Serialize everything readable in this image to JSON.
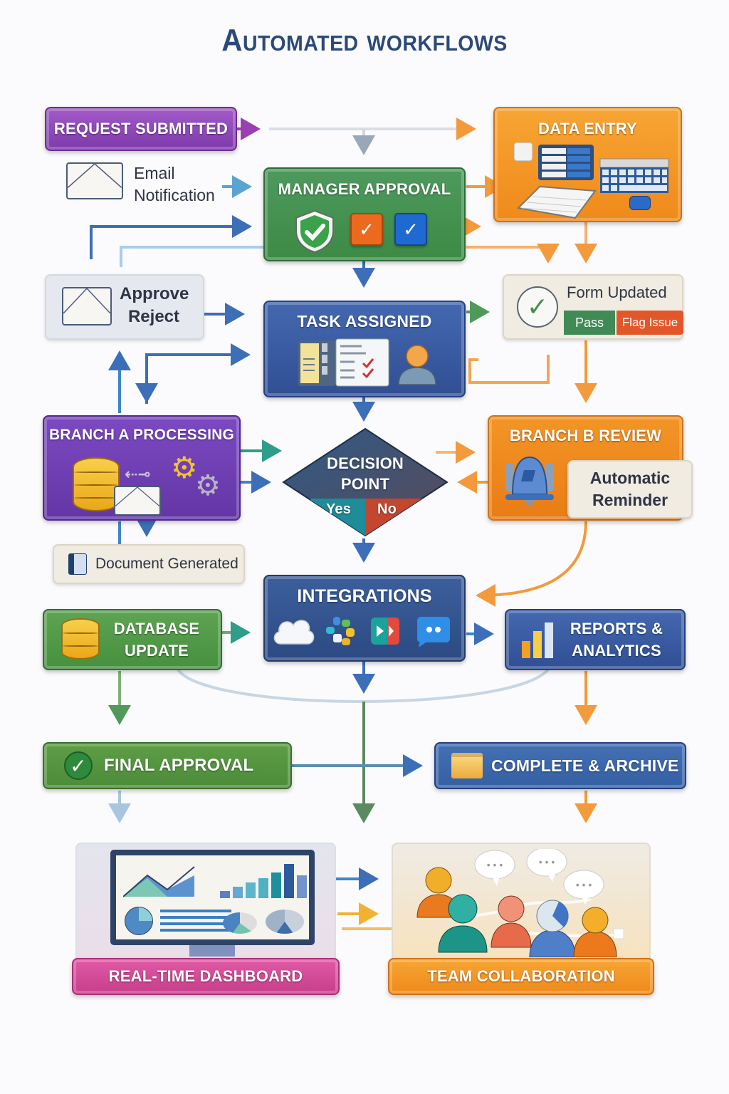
{
  "title": "Automated workflows",
  "nodes": {
    "request_submitted": {
      "label": "REQUEST SUBMITTED",
      "color": "#8d48b8"
    },
    "email_notification": {
      "line1": "Email",
      "line2": "Notification"
    },
    "manager_approval": {
      "label": "MANAGER APPROVAL",
      "color": "#45925a",
      "icons": [
        "shield-check-icon",
        "orange-checkbox-icon",
        "blue-checkbox-icon"
      ]
    },
    "data_entry": {
      "label": "DATA ENTRY",
      "color": "#f39a28"
    },
    "approve_reject": {
      "line1": "Approve",
      "line2": "Reject"
    },
    "task_assigned": {
      "label": "TASK ASSIGNED",
      "color": "#3a5ca3"
    },
    "form_updated": {
      "label": "Form Updated",
      "pass_label": "Pass",
      "flag_label": "Flag Issue",
      "pass_color": "#3f8a55",
      "flag_color": "#e2572a"
    },
    "branch_a": {
      "label": "BRANCH A PROCESSING",
      "color": "#7240b4"
    },
    "decision_point": {
      "line1": "DECISION",
      "line2": "POINT",
      "yes_label": "Yes",
      "no_label": "No",
      "yes_color": "#1f8c99",
      "no_color": "#c4462f"
    },
    "branch_b": {
      "label": "BRANCH B REVIEW",
      "color": "#ef8a1b"
    },
    "automatic_reminder": {
      "line1": "Automatic",
      "line2": "Reminder"
    },
    "document_generated": {
      "label": "Document Generated"
    },
    "integrations": {
      "label": "INTEGRATIONS",
      "color": "#34558f"
    },
    "database_update": {
      "line1": "DATABASE",
      "line2": "UPDATE",
      "color": "#56994a"
    },
    "reports_analytics": {
      "line1": "REPORTS &",
      "line2": "ANALYTICS",
      "color": "#3a5ca3"
    },
    "final_approval": {
      "label": "FINAL APPROVAL",
      "color": "#559a43"
    },
    "complete_archive": {
      "label": "COMPLETE & ARCHIVE",
      "color": "#3a63a8"
    },
    "realtime_dashboard": {
      "label": "REAL-TIME DASHBOARD",
      "color": "#d24d98"
    },
    "team_collaboration": {
      "label": "TEAM COLLABORATION",
      "color": "#f08c1c"
    }
  }
}
